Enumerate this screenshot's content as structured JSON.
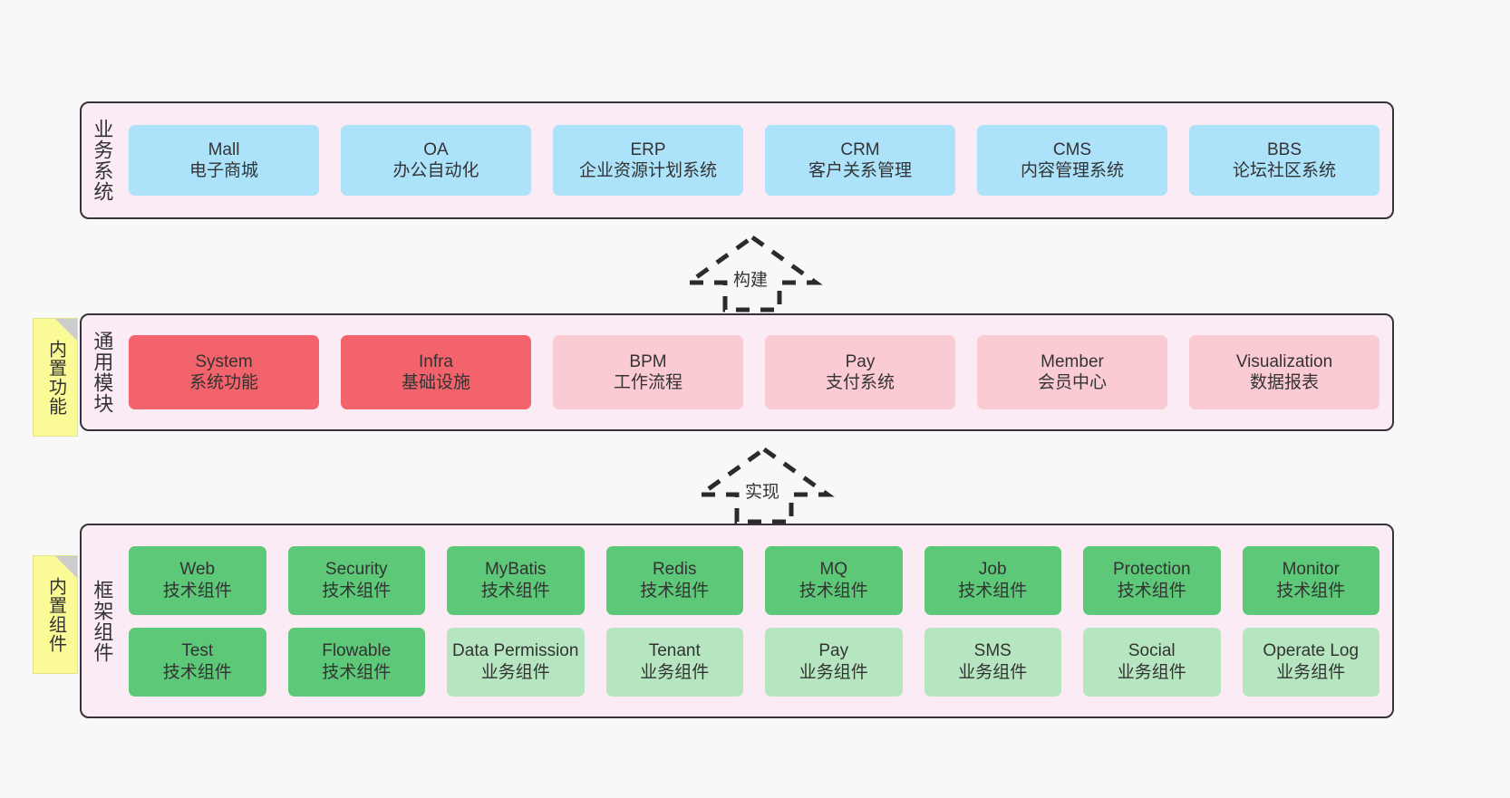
{
  "diagram": {
    "background_color": "#f8f8f8",
    "band_color": "#faebf5",
    "band_border_color": "#36343a"
  },
  "layers": [
    {
      "id": "business-system",
      "title": "业务系统",
      "cards": [
        {
          "en": "Mall",
          "cn": "电子商城",
          "color": "#ace3fb"
        },
        {
          "en": "OA",
          "cn": "办公自动化",
          "color": "#ace3fb"
        },
        {
          "en": "ERP",
          "cn": "企业资源计划系统",
          "color": "#ace3fb"
        },
        {
          "en": "CRM",
          "cn": "客户关系管理",
          "color": "#ace3fb"
        },
        {
          "en": "CMS",
          "cn": "内容管理系统",
          "color": "#ace3fb"
        },
        {
          "en": "BBS",
          "cn": "论坛社区系统",
          "color": "#ace3fb"
        }
      ]
    },
    {
      "id": "general-module",
      "title": "通用模块",
      "sticky": "内置功能",
      "cards": [
        {
          "en": "System",
          "cn": "系统功能",
          "color": "#f2636b"
        },
        {
          "en": "Infra",
          "cn": "基础设施",
          "color": "#f2636b"
        },
        {
          "en": "BPM",
          "cn": "工作流程",
          "color": "#fbcbd3"
        },
        {
          "en": "Pay",
          "cn": "支付系统",
          "color": "#fbcbd3"
        },
        {
          "en": "Member",
          "cn": "会员中心",
          "color": "#fbcbd3"
        },
        {
          "en": "Visualization",
          "cn": "数据报表",
          "color": "#fbcbd3"
        }
      ]
    },
    {
      "id": "framework-component",
      "title": "框架组件",
      "sticky": "内置组件",
      "rows": [
        [
          {
            "en": "Web",
            "cn": "技术组件",
            "color": "#5cc878"
          },
          {
            "en": "Security",
            "cn": "技术组件",
            "color": "#5cc878"
          },
          {
            "en": "MyBatis",
            "cn": "技术组件",
            "color": "#5cc878"
          },
          {
            "en": "Redis",
            "cn": "技术组件",
            "color": "#5cc878"
          },
          {
            "en": "MQ",
            "cn": "技术组件",
            "color": "#5cc878"
          },
          {
            "en": "Job",
            "cn": "技术组件",
            "color": "#5cc878"
          },
          {
            "en": "Protection",
            "cn": "技术组件",
            "color": "#5cc878"
          },
          {
            "en": "Monitor",
            "cn": "技术组件",
            "color": "#5cc878"
          }
        ],
        [
          {
            "en": "Test",
            "cn": "技术组件",
            "color": "#5cc878"
          },
          {
            "en": "Flowable",
            "cn": "技术组件",
            "color": "#5cc878"
          },
          {
            "en": "Data Permission",
            "cn": "业务组件",
            "color": "#b6e6c0"
          },
          {
            "en": "Tenant",
            "cn": "业务组件",
            "color": "#b6e6c0"
          },
          {
            "en": "Pay",
            "cn": "业务组件",
            "color": "#b6e6c0"
          },
          {
            "en": "SMS",
            "cn": "业务组件",
            "color": "#b6e6c0"
          },
          {
            "en": "Social",
            "cn": "业务组件",
            "color": "#b6e6c0"
          },
          {
            "en": "Operate Log",
            "cn": "业务组件",
            "color": "#b6e6c0"
          }
        ]
      ]
    }
  ],
  "arrows": [
    {
      "id": "build",
      "label": "构建",
      "direction": "up"
    },
    {
      "id": "implement",
      "label": "实现",
      "direction": "up"
    }
  ]
}
